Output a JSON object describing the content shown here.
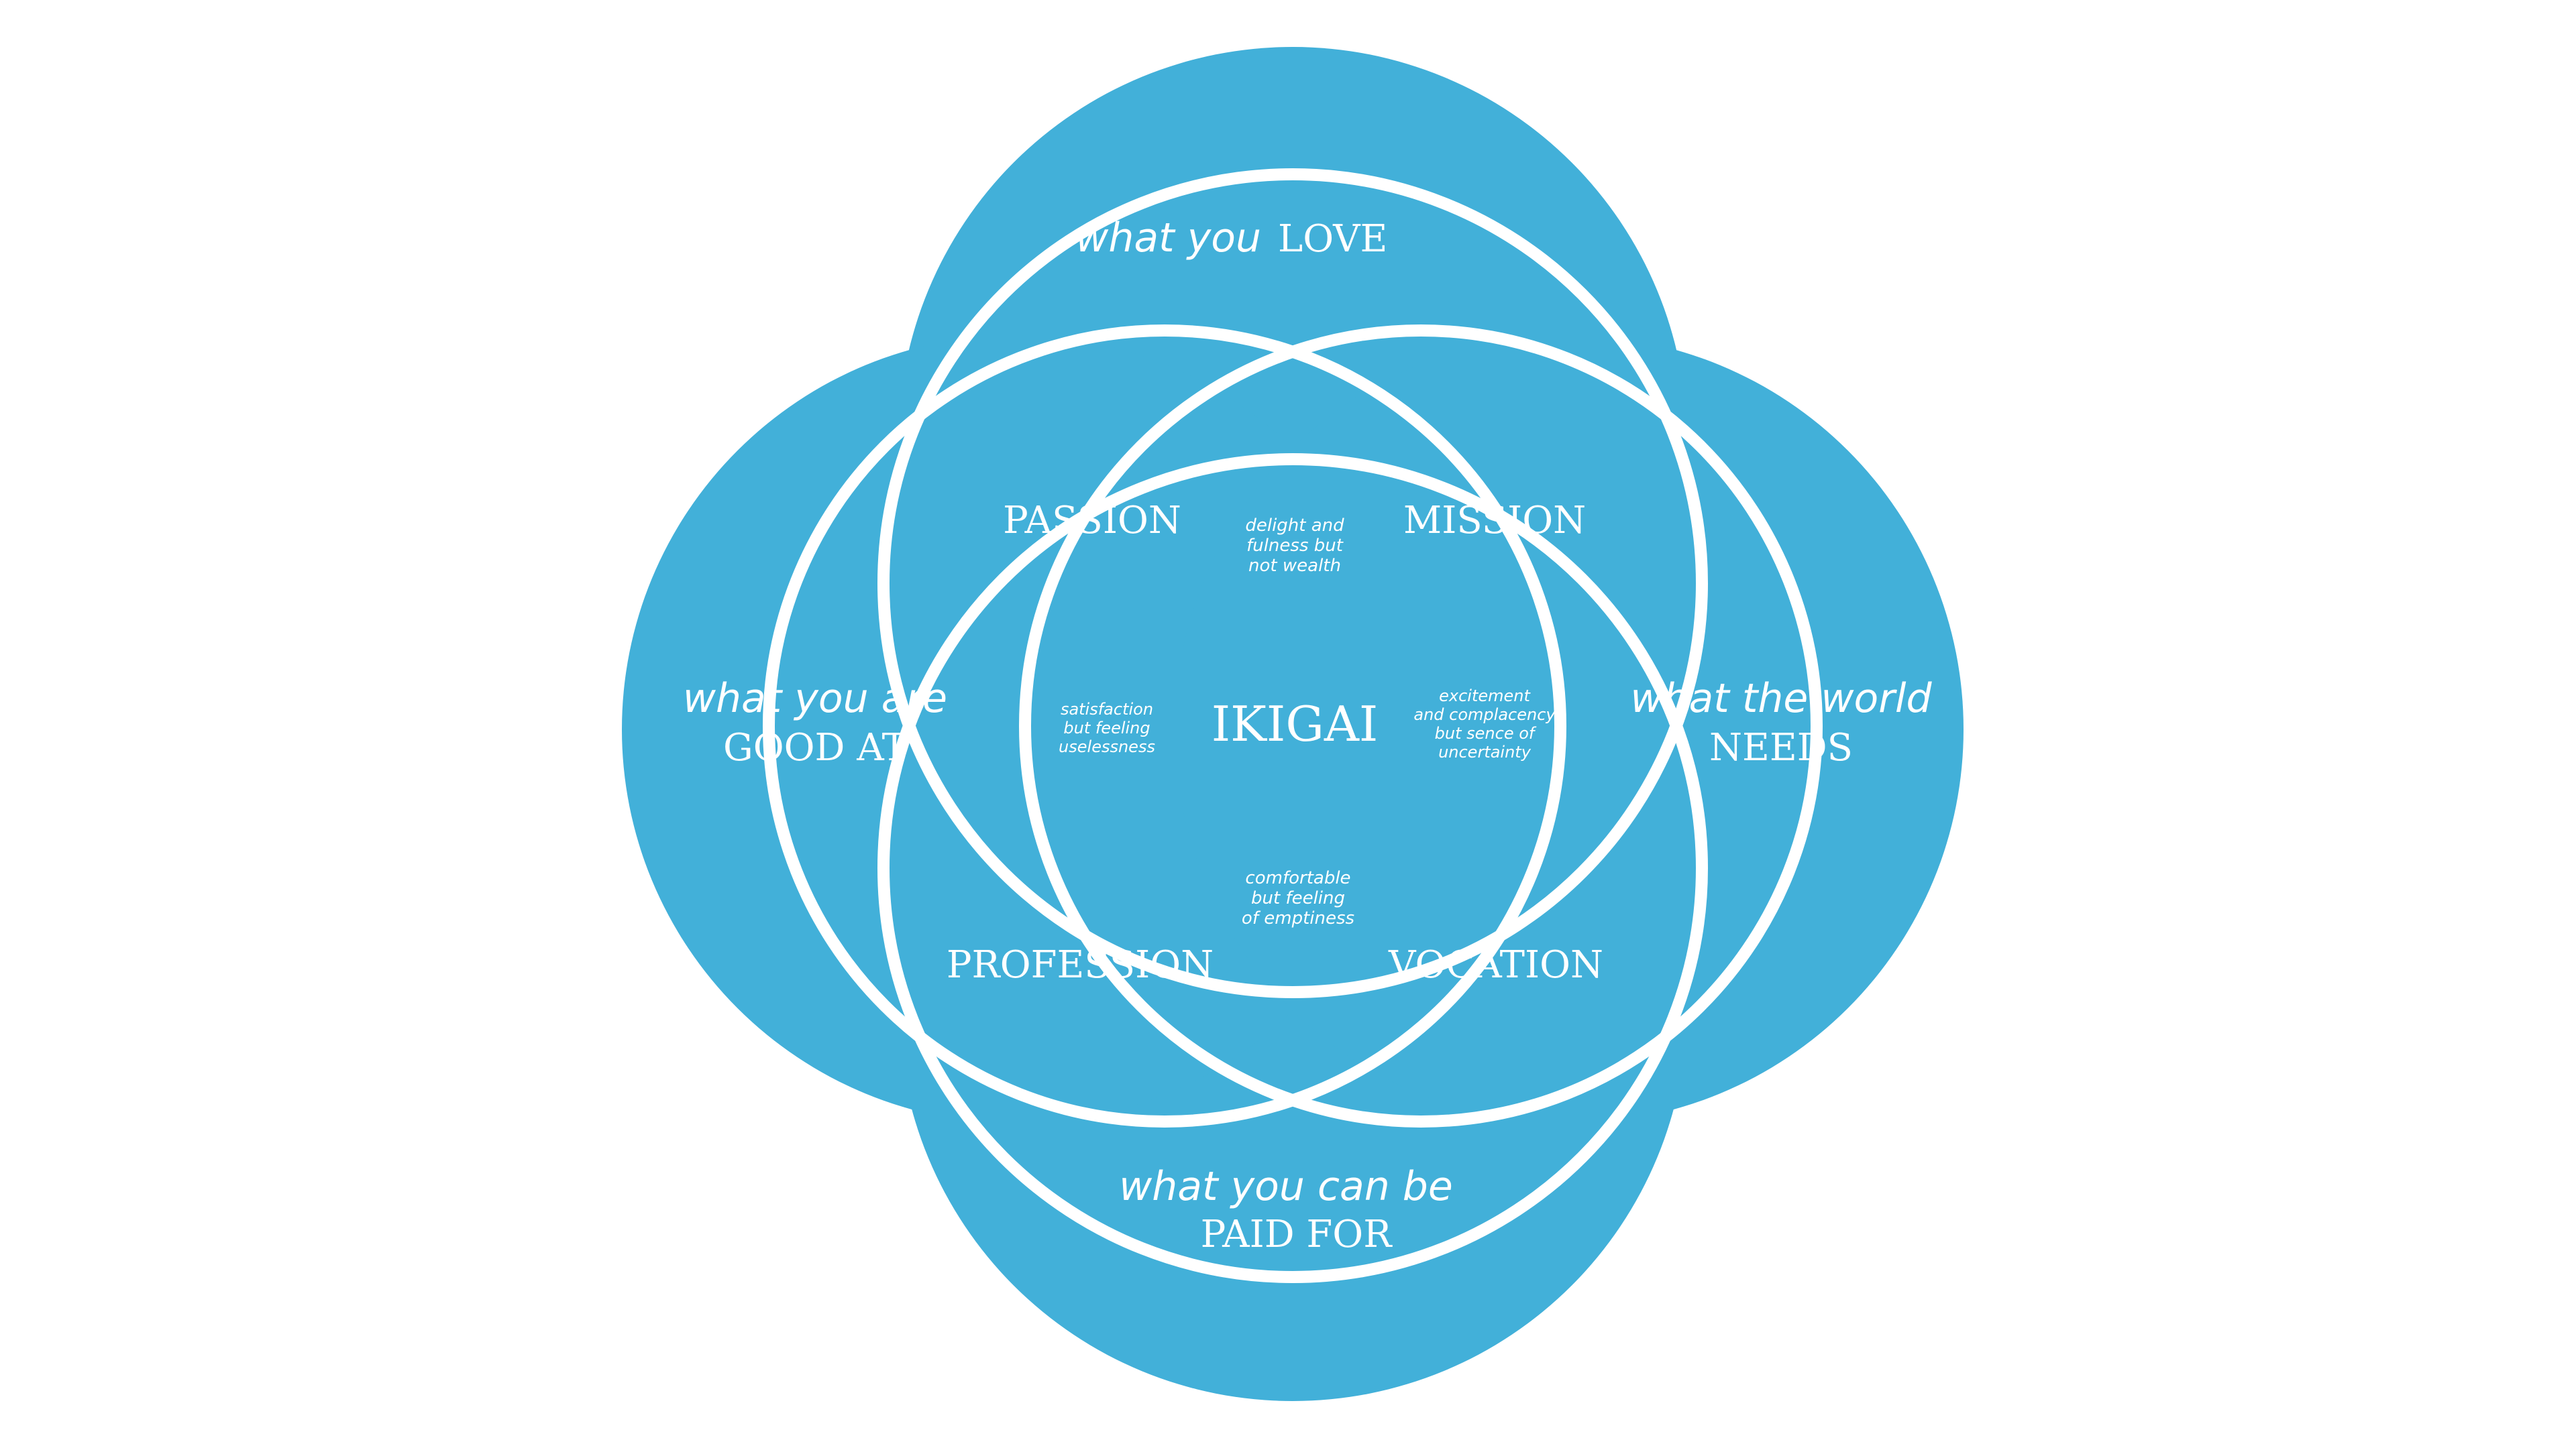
{
  "colors": {
    "fill": "#42b0d9",
    "stroke": "#ffffff",
    "text": "#ffffff",
    "background": "#ffffff"
  },
  "circles": {
    "top": {
      "line1": "what you",
      "line2": "LOVE"
    },
    "left": {
      "line1": "what you are",
      "line2": "GOOD AT"
    },
    "right": {
      "line1": "what the world",
      "line2": "NEEDS"
    },
    "bottom": {
      "line1": "what you can be",
      "line2": "PAID FOR"
    }
  },
  "intersections": {
    "passion": "PASSION",
    "mission": "MISSION",
    "profession": "PROFESSION",
    "vocation": "VOCATION",
    "center": "IKIGAI"
  },
  "notes": {
    "top": [
      "delight and",
      "fulness but",
      "not wealth"
    ],
    "left": [
      "satisfaction",
      "but feeling",
      "uselessness"
    ],
    "right": [
      "excitement",
      "and complacency",
      "but sence of",
      "uncertainty"
    ],
    "bottom": [
      "comfortable",
      "but feeling",
      "of emptiness"
    ]
  }
}
